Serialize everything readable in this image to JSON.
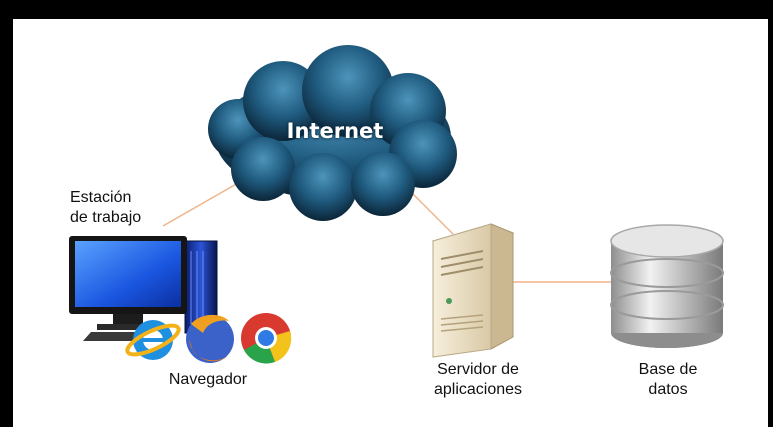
{
  "nodes": {
    "internet": {
      "label": "Internet"
    },
    "workstation": {
      "label_line1": "Estación",
      "label_line2": "de trabajo"
    },
    "browsers": {
      "label": "Navegador",
      "icons": [
        "internet-explorer-icon",
        "firefox-icon",
        "chrome-icon"
      ]
    },
    "app_server": {
      "label_line1": "Servidor de",
      "label_line2": "aplicaciones"
    },
    "database": {
      "label_line1": "Base de",
      "label_line2": "datos"
    }
  },
  "colors": {
    "link_line": "#f0b48a",
    "cloud_dark": "#0f3550",
    "cloud_light": "#3f86ad",
    "monitor_screen": "#1d5fe6",
    "server_body": "#efe3c8",
    "db_body": "#c9c9c9"
  }
}
